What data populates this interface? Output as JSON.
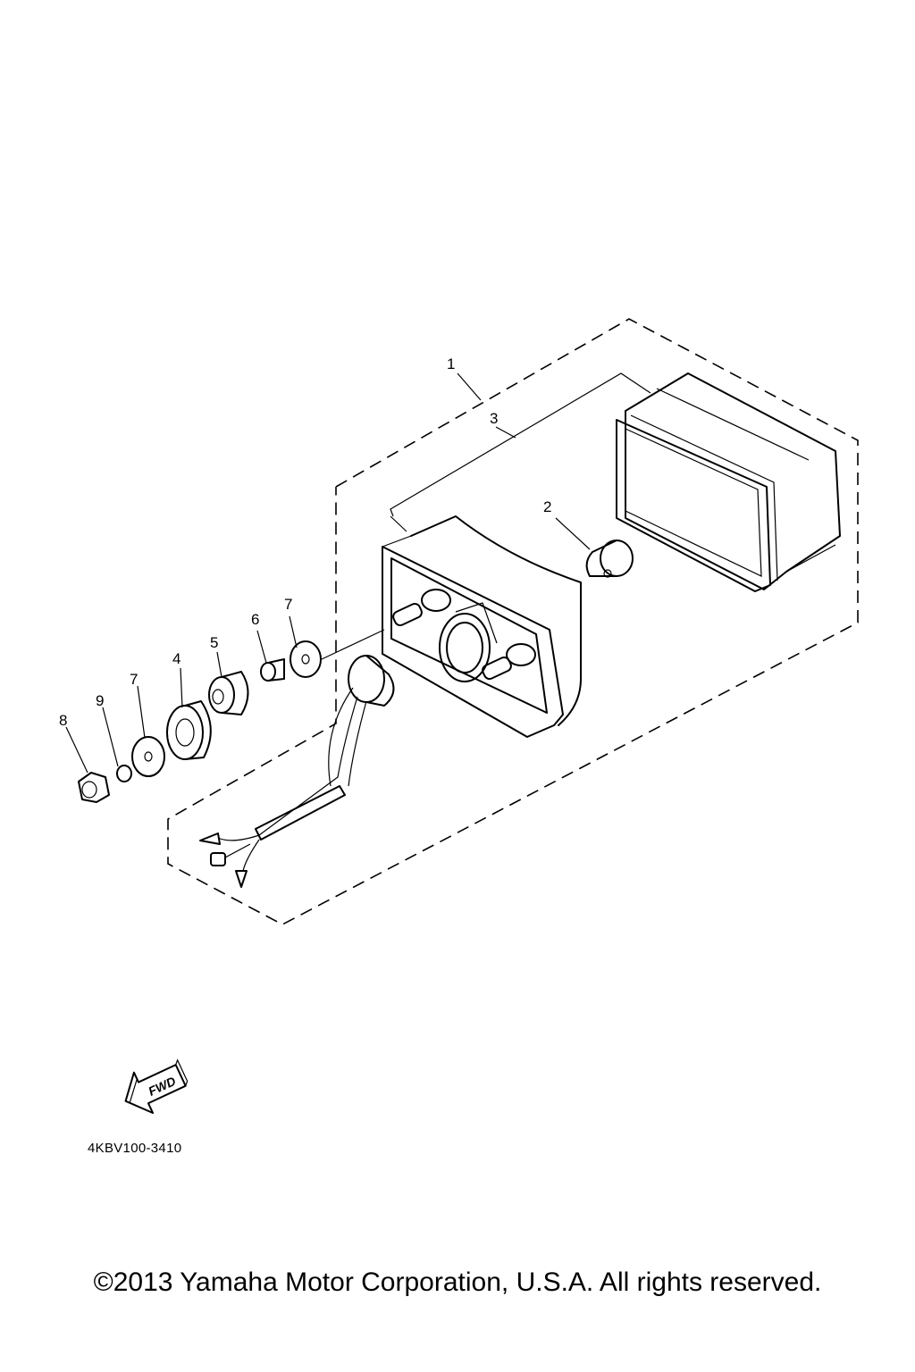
{
  "callouts": [
    {
      "id": "1",
      "label": "1"
    },
    {
      "id": "3",
      "label": "3"
    },
    {
      "id": "2",
      "label": "2"
    },
    {
      "id": "7a",
      "label": "7"
    },
    {
      "id": "6",
      "label": "6"
    },
    {
      "id": "5",
      "label": "5"
    },
    {
      "id": "4",
      "label": "4"
    },
    {
      "id": "7b",
      "label": "7"
    },
    {
      "id": "9",
      "label": "9"
    },
    {
      "id": "8",
      "label": "8"
    }
  ],
  "fwd_arrow": {
    "label": "FWD"
  },
  "diagram_code": "4KBV100-3410",
  "copyright": "©2013 Yamaha Motor Corporation, U.S.A. All rights reserved."
}
